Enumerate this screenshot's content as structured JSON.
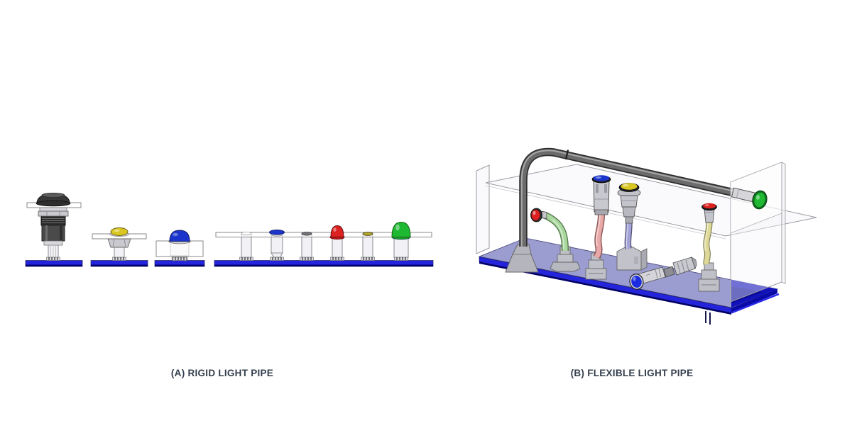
{
  "figure": {
    "captions": {
      "rigid": "(A) RIGID LIGHT PIPE",
      "flexible": "(B) FLEXIBLE LIGHT PIPE"
    }
  },
  "colors": {
    "caption-text": "#333d4c",
    "pcb-blue": "#2424dd",
    "pcb-edge-dark": "#000070",
    "pcb-top-lavender": "#9b9dd0",
    "pcb-wedge": "#1212bb",
    "panel-stroke": "#8a8a92",
    "tube-fill": "#f2f2f6",
    "metal-light": "#c6c6cd",
    "black-body": "#4a4a4a",
    "conduit-dark": "#2e2e2e",
    "conduit-mid": "#6b6b6b",
    "lens-red": "#dd2020",
    "lens-green": "#1fb832",
    "lens-blue": "#1b35cc",
    "lens-yellow": "#d9c623",
    "lens-olive": "#b0a42c",
    "flex-green": "#a9d89f",
    "flex-pink": "#e8a8a8",
    "flex-purple": "#a3a3d8",
    "flex-yellow": "#ded998"
  },
  "components": {
    "rigid": [
      {
        "name": "panel-mount-indicator-black"
      },
      {
        "name": "panel-mount-light-pipe-yellow-lens"
      },
      {
        "name": "press-fit-light-pipe-blue-dome"
      },
      {
        "name": "board-light-pipe-flush"
      },
      {
        "name": "board-light-pipe-blue-cap"
      },
      {
        "name": "board-light-pipe-ring-top"
      },
      {
        "name": "board-light-pipe-red-dome"
      },
      {
        "name": "board-light-pipe-flat-top"
      },
      {
        "name": "board-light-pipe-green-dome"
      }
    ],
    "flexible": [
      {
        "name": "flexible-conduit-green-lens"
      },
      {
        "name": "flexible-pipe-green-red-lens"
      },
      {
        "name": "flexible-pipe-pink-blue-cap"
      },
      {
        "name": "flexible-pipe-purple-yellow-lens"
      },
      {
        "name": "flexible-pipe-yellow-red-cap"
      },
      {
        "name": "board-indicator-blue-lens-horizontal"
      }
    ]
  }
}
